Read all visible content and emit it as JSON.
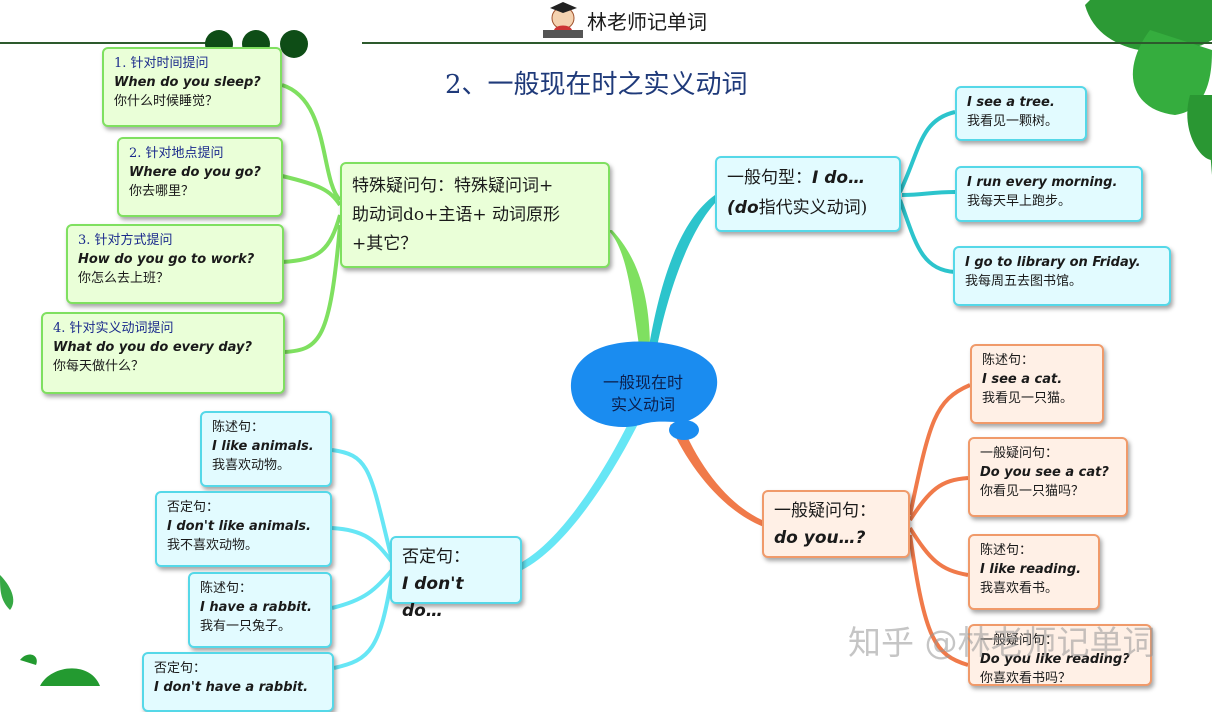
{
  "header": {
    "brand": "林老师记单词"
  },
  "title": "2、一般现在时之实义动词",
  "center": {
    "line1": "一般现在时",
    "line2": "实义动词"
  },
  "watermark": "知乎 @林老师记单词",
  "special": {
    "main": [
      "特殊疑问句：特殊疑问词+",
      "助动词do+主语+ 动词原形",
      "+其它？"
    ],
    "items": [
      {
        "label": "1. 针对时间提问",
        "en": "When do you sleep?",
        "zh": "你什么时候睡觉？"
      },
      {
        "label": "2. 针对地点提问",
        "en": "Where do you go?",
        "zh": "你去哪里？"
      },
      {
        "label": "3. 针对方式提问",
        "en": "How do you go to work?",
        "zh": "你怎么去上班？"
      },
      {
        "label": "4. 针对实义动词提问",
        "en": "What do you do every day?",
        "zh": "你每天做什么？"
      }
    ]
  },
  "affirm": {
    "main_line1_zh": "一般句型：",
    "main_line1_en": "I do…",
    "main_line2_en": "(do",
    "main_line2_zh": "指代实义动词)",
    "items": [
      {
        "en": "I see a tree.",
        "zh": "我看见一颗树。"
      },
      {
        "en": "I run every morning.",
        "zh": "我每天早上跑步。"
      },
      {
        "en": "I go to library on Friday.",
        "zh": "我每周五去图书馆。"
      }
    ]
  },
  "negative": {
    "main_zh": "否定句：",
    "main_en": "I don't do…",
    "items": [
      {
        "label": "陈述句：",
        "en": "I like animals.",
        "zh": "我喜欢动物。"
      },
      {
        "label": "否定句：",
        "en": "I don't like animals.",
        "zh": "我不喜欢动物。"
      },
      {
        "label": "陈述句：",
        "en": "I have a rabbit.",
        "zh": "我有一只兔子。"
      },
      {
        "label": "否定句：",
        "en": "I don't have a rabbit.",
        "zh": ""
      }
    ]
  },
  "question": {
    "main_zh": "一般疑问句：",
    "main_en": "do you…?",
    "items": [
      {
        "label": "陈述句：",
        "en": "I see a cat.",
        "zh": "我看见一只猫。"
      },
      {
        "label": "一般疑问句：",
        "en": "Do you see a cat?",
        "zh": "你看见一只猫吗？"
      },
      {
        "label": "陈述句：",
        "en": "I like reading.",
        "zh": "我喜欢看书。"
      },
      {
        "label": "一般疑问句：",
        "en": "Do you like reading?",
        "zh": "你喜欢看书吗？"
      }
    ]
  },
  "colors": {
    "green": "#7fe060",
    "cyan": "#55d8e8",
    "orange": "#f07a4a",
    "center": "#1a8cf0"
  }
}
